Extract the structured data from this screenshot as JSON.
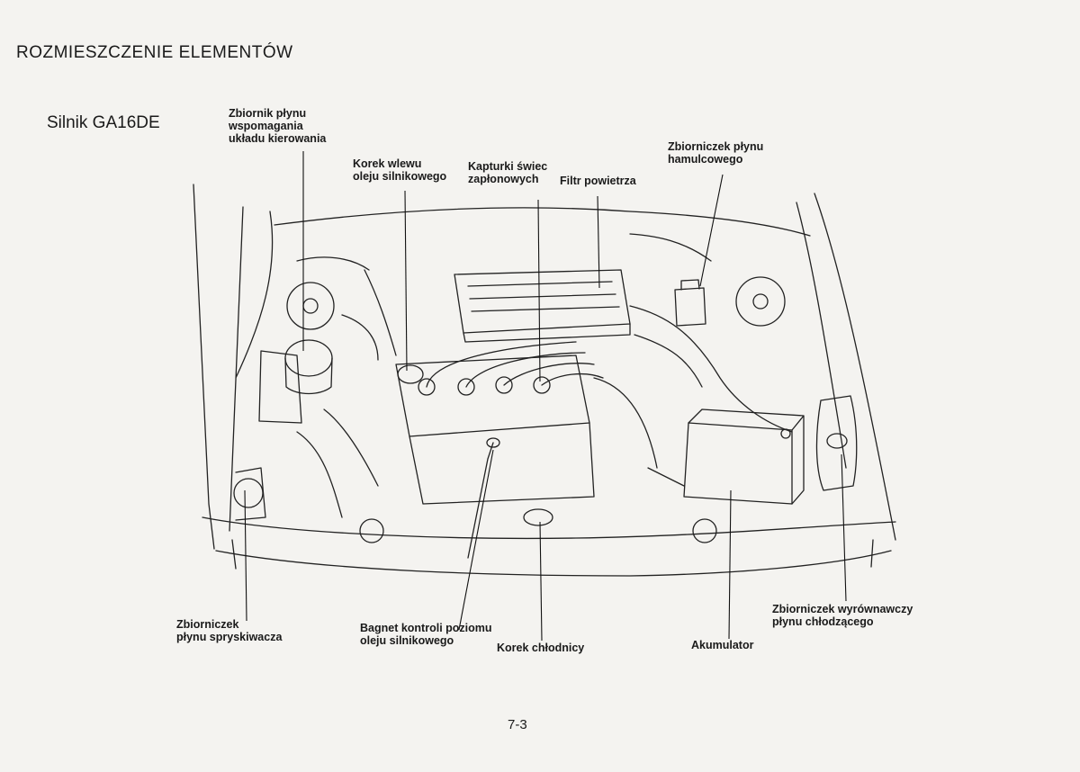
{
  "header": {
    "title": "ROZMIESZCZENIE ELEMENTÓW"
  },
  "engine": {
    "title": "Silnik GA16DE"
  },
  "labels": {
    "power_steering": [
      "Zbiornik płynu",
      "wspomagania",
      "układu kierowania"
    ],
    "oil_filler": [
      "Korek wlewu",
      "oleju silnikowego"
    ],
    "spark_caps": [
      "Kapturki świec",
      "zapłonowych"
    ],
    "air_filter": [
      "Filtr powietrza"
    ],
    "brake_fluid": [
      "Zbiorniczek płynu",
      "hamulcowego"
    ],
    "washer": [
      "Zbiorniczek",
      "płynu spryskiwacza"
    ],
    "dipstick": [
      "Bagnet kontroli poziomu",
      "oleju silnikowego"
    ],
    "radiator_cap": [
      "Korek chłodnicy"
    ],
    "battery": [
      "Akumulator"
    ],
    "coolant": [
      "Zbiorniczek wyrównawczy",
      "płynu chłodzącego"
    ]
  },
  "footer": {
    "page_number": "7-3"
  }
}
